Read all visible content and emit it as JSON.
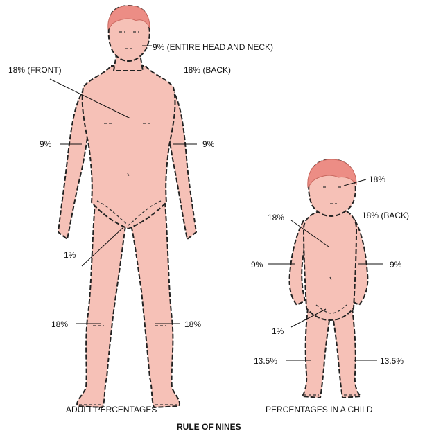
{
  "colors": {
    "skin": "#f6c1b7",
    "hair": "#ec8d85",
    "outline": "#222222"
  },
  "adult": {
    "caption": "ADULT PERCENTAGES",
    "labels": {
      "head": "9% (ENTIRE HEAD AND NECK)",
      "front": "18% (FRONT)",
      "back": "18% (BACK)",
      "arm_left": "9%",
      "arm_right": "9%",
      "genital": "1%",
      "leg_left": "18%",
      "leg_right": "18%"
    }
  },
  "child": {
    "caption": "PERCENTAGES IN A CHILD",
    "labels": {
      "head": "18%",
      "front": "18%",
      "back": "18% (BACK)",
      "arm_left": "9%",
      "arm_right": "9%",
      "genital": "1%",
      "leg_left": "13.5%",
      "leg_right": "13.5%"
    }
  },
  "title": "RULE OF NINES"
}
